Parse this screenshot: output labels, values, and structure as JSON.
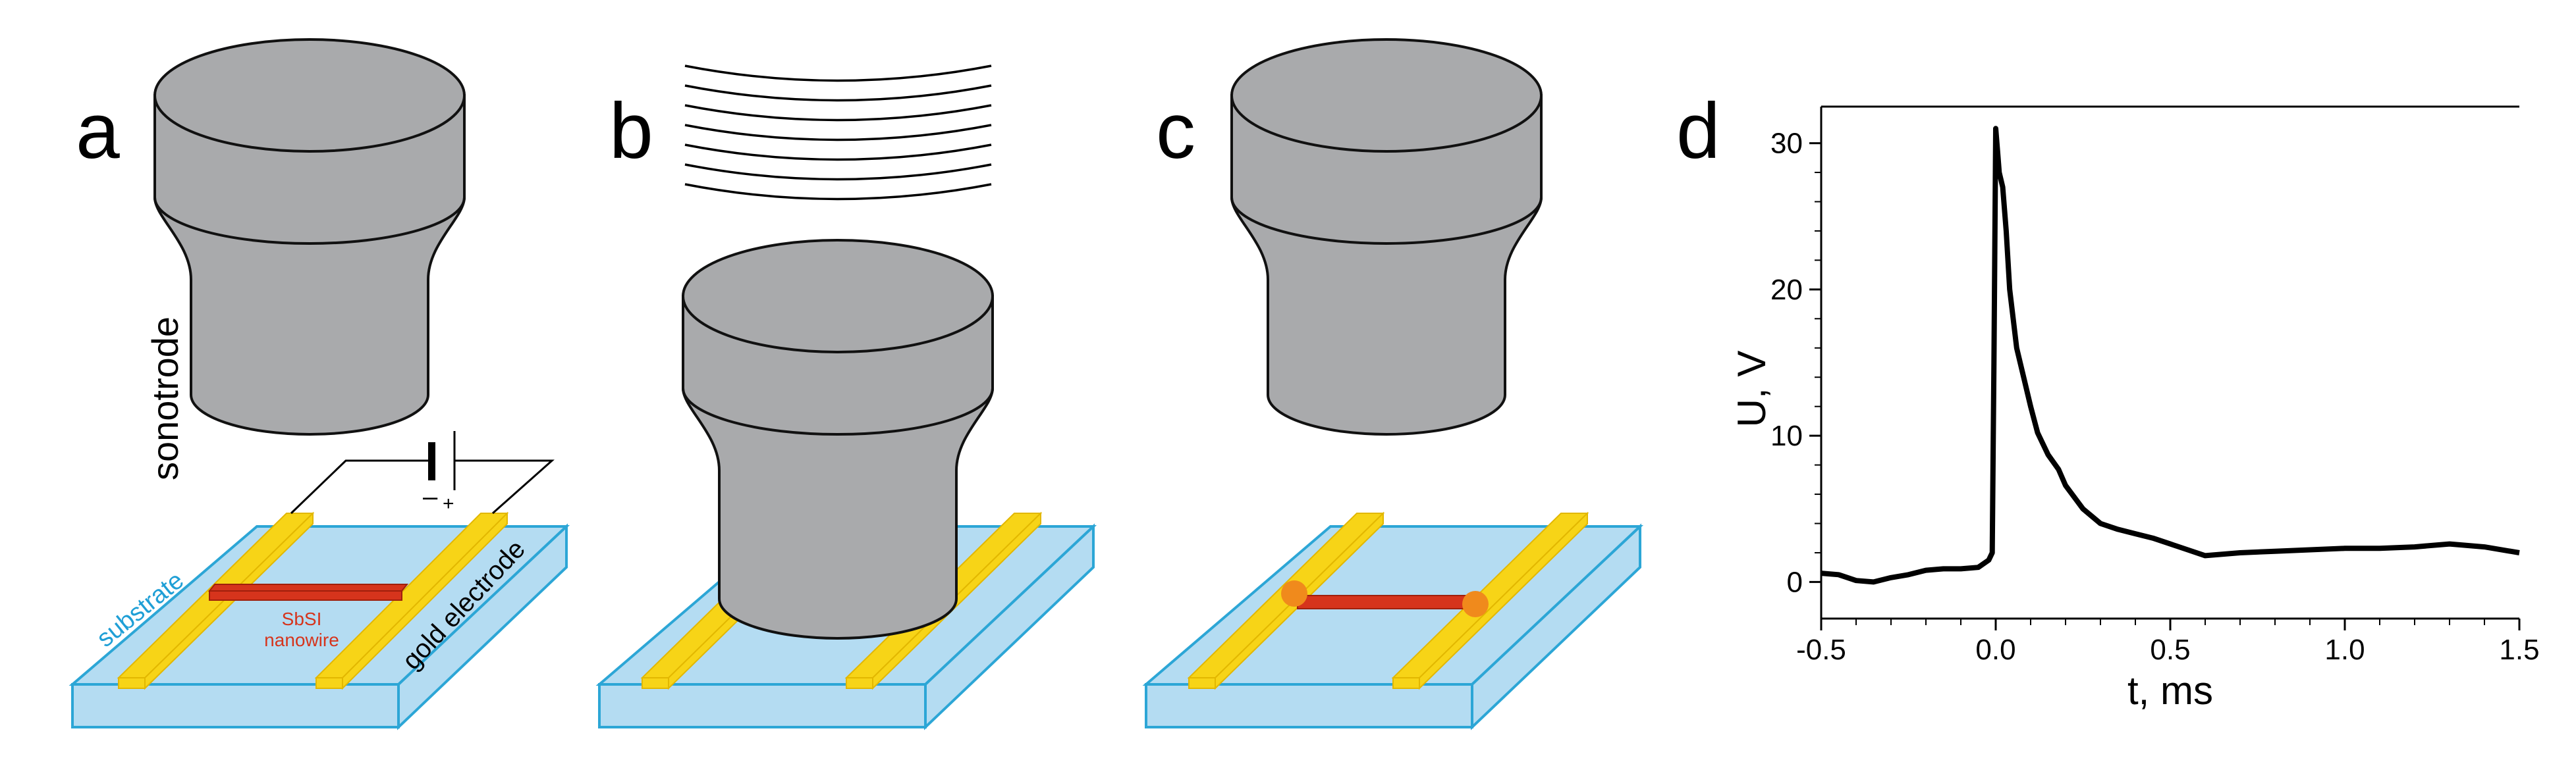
{
  "panels": {
    "a": {
      "letter": "a",
      "sonotrode_label": "sonotrode",
      "substrate_label": "substrate",
      "nanowire_label_line1": "SbSI",
      "nanowire_label_line2": "nanowire",
      "electrode_label": "gold electrode",
      "battery_minus": "–",
      "battery_plus": "+"
    },
    "b": {
      "letter": "b"
    },
    "c": {
      "letter": "c"
    },
    "d": {
      "letter": "d"
    }
  },
  "colors": {
    "sonotrode_fill": "#a9aaac",
    "substrate_fill": "#b4dcf2",
    "substrate_edge": "#2ca6d6",
    "electrode_fill": "#f7d417",
    "electrode_edge": "#e2b700",
    "nanowire": "#d6341c",
    "contact_dot": "#f08a1c",
    "substrate_label": "#1f9fd6",
    "nanowire_label": "#d6341c",
    "plot_line": "#000000"
  },
  "chart_data": {
    "type": "line",
    "title": "",
    "xlabel": "t, ms",
    "ylabel": "U, V",
    "xlim": [
      -0.5,
      1.5
    ],
    "ylim": [
      -2.5,
      32.5
    ],
    "xticks": [
      -0.5,
      0.0,
      0.5,
      1.0,
      1.5
    ],
    "xtick_labels": [
      "-0.5",
      "0.0",
      "0.5",
      "1.0",
      "1.5"
    ],
    "yticks": [
      0,
      10,
      20,
      30
    ],
    "ytick_labels": [
      "0",
      "10",
      "20",
      "30"
    ],
    "grid": false,
    "series": [
      {
        "x": [
          -0.5,
          -0.45,
          -0.4,
          -0.35,
          -0.3,
          -0.25,
          -0.2,
          -0.15,
          -0.1,
          -0.05,
          -0.02,
          -0.01,
          -0.005,
          0.0,
          0.005,
          0.01,
          0.02,
          0.03,
          0.04,
          0.05,
          0.06,
          0.08,
          0.1,
          0.12,
          0.15,
          0.18,
          0.2,
          0.25,
          0.3,
          0.35,
          0.4,
          0.45,
          0.5,
          0.55,
          0.6,
          0.7,
          0.8,
          0.9,
          1.0,
          1.1,
          1.2,
          1.3,
          1.35,
          1.4,
          1.5
        ],
        "y": [
          0.6,
          0.5,
          0.1,
          0.0,
          0.3,
          0.5,
          0.8,
          0.9,
          0.9,
          1.0,
          1.5,
          2.0,
          15.0,
          31.0,
          29.5,
          28.0,
          27.0,
          24.0,
          20.0,
          18.0,
          16.0,
          14.0,
          12.0,
          10.2,
          8.7,
          7.7,
          6.6,
          5.0,
          4.0,
          3.6,
          3.3,
          3.0,
          2.6,
          2.2,
          1.8,
          2.0,
          2.1,
          2.2,
          2.3,
          2.3,
          2.4,
          2.6,
          2.5,
          2.4,
          2.0
        ]
      }
    ]
  }
}
